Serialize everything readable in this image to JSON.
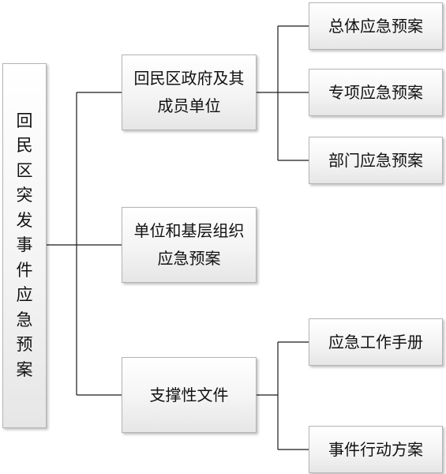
{
  "root": {
    "label": "回民区突发事件应急预案"
  },
  "level1": [
    {
      "label": "回民区政府及其成员单位"
    },
    {
      "label": "单位和基层组织应急预案"
    },
    {
      "label": "支撑性文件"
    }
  ],
  "level2_government": [
    {
      "label": "总体应急预案"
    },
    {
      "label": "专项应急预案"
    },
    {
      "label": "部门应急预案"
    }
  ],
  "level2_support": [
    {
      "label": "应急工作手册"
    },
    {
      "label": "事件行动方案"
    }
  ]
}
